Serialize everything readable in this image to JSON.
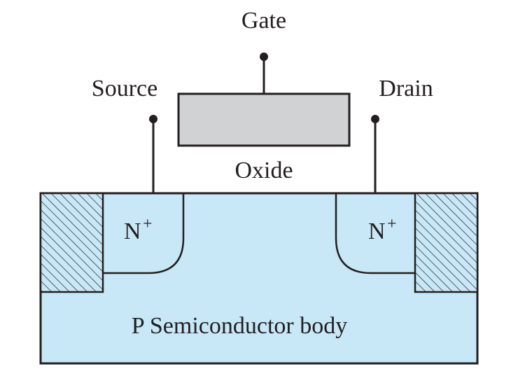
{
  "labels": {
    "gate": "Gate",
    "source": "Source",
    "drain": "Drain",
    "oxide": "Oxide",
    "n_plus_left": "N",
    "n_plus_right": "N",
    "superscript": "+",
    "body": "P Semiconductor body"
  },
  "colors": {
    "body_fill": "#c8e8f8",
    "oxide_fill": "#d1d2d4",
    "stroke": "#231f20",
    "hatch": "#231f20"
  }
}
